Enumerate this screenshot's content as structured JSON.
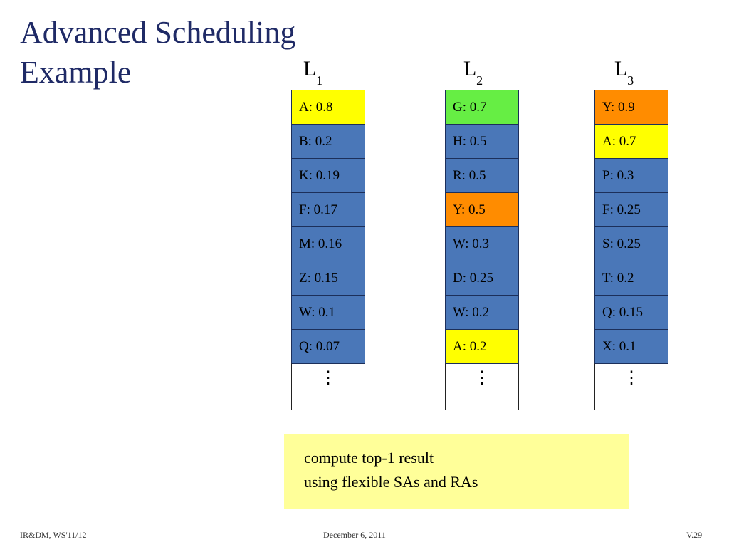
{
  "slide": {
    "title_lines": [
      "Advanced Scheduling",
      "Example"
    ]
  },
  "lists": [
    {
      "name": "L",
      "subscript": "1",
      "entries": [
        {
          "text": "A: 0.8",
          "color": "#ffff00"
        },
        {
          "text": "B: 0.2",
          "color": "#4a77b8"
        },
        {
          "text": "K: 0.19",
          "color": "#4a77b8"
        },
        {
          "text": "F: 0.17",
          "color": "#4a77b8"
        },
        {
          "text": "M: 0.16",
          "color": "#4a77b8"
        },
        {
          "text": "Z: 0.15",
          "color": "#4a77b8"
        },
        {
          "text": "W: 0.1",
          "color": "#4a77b8"
        },
        {
          "text": "Q: 0.07",
          "color": "#4a77b8"
        }
      ],
      "ellipsis": "⋮"
    },
    {
      "name": "L",
      "subscript": "2",
      "entries": [
        {
          "text": "G: 0.7",
          "color": "#66ee44"
        },
        {
          "text": "H: 0.5",
          "color": "#4a77b8"
        },
        {
          "text": "R: 0.5",
          "color": "#4a77b8"
        },
        {
          "text": "Y: 0.5",
          "color": "#ff8c00"
        },
        {
          "text": "W: 0.3",
          "color": "#4a77b8"
        },
        {
          "text": "D: 0.25",
          "color": "#4a77b8"
        },
        {
          "text": "W: 0.2",
          "color": "#4a77b8"
        },
        {
          "text": "A: 0.2",
          "color": "#ffff00"
        }
      ],
      "ellipsis": "⋮"
    },
    {
      "name": "L",
      "subscript": "3",
      "entries": [
        {
          "text": "Y: 0.9",
          "color": "#ff8c00"
        },
        {
          "text": "A: 0.7",
          "color": "#ffff00"
        },
        {
          "text": "P: 0.3",
          "color": "#4a77b8"
        },
        {
          "text": "F: 0.25",
          "color": "#4a77b8"
        },
        {
          "text": "S: 0.25",
          "color": "#4a77b8"
        },
        {
          "text": "T: 0.2",
          "color": "#4a77b8"
        },
        {
          "text": "Q: 0.15",
          "color": "#4a77b8"
        },
        {
          "text": "X: 0.1",
          "color": "#4a77b8"
        }
      ],
      "ellipsis": "⋮"
    }
  ],
  "callout": {
    "lines": [
      "compute top-1 result",
      "using flexible SAs and RAs"
    ],
    "background": "#ffff99"
  },
  "footer": {
    "left": "IR&DM, WS'11/12",
    "center": "December 6, 2011",
    "right": "V.29"
  }
}
